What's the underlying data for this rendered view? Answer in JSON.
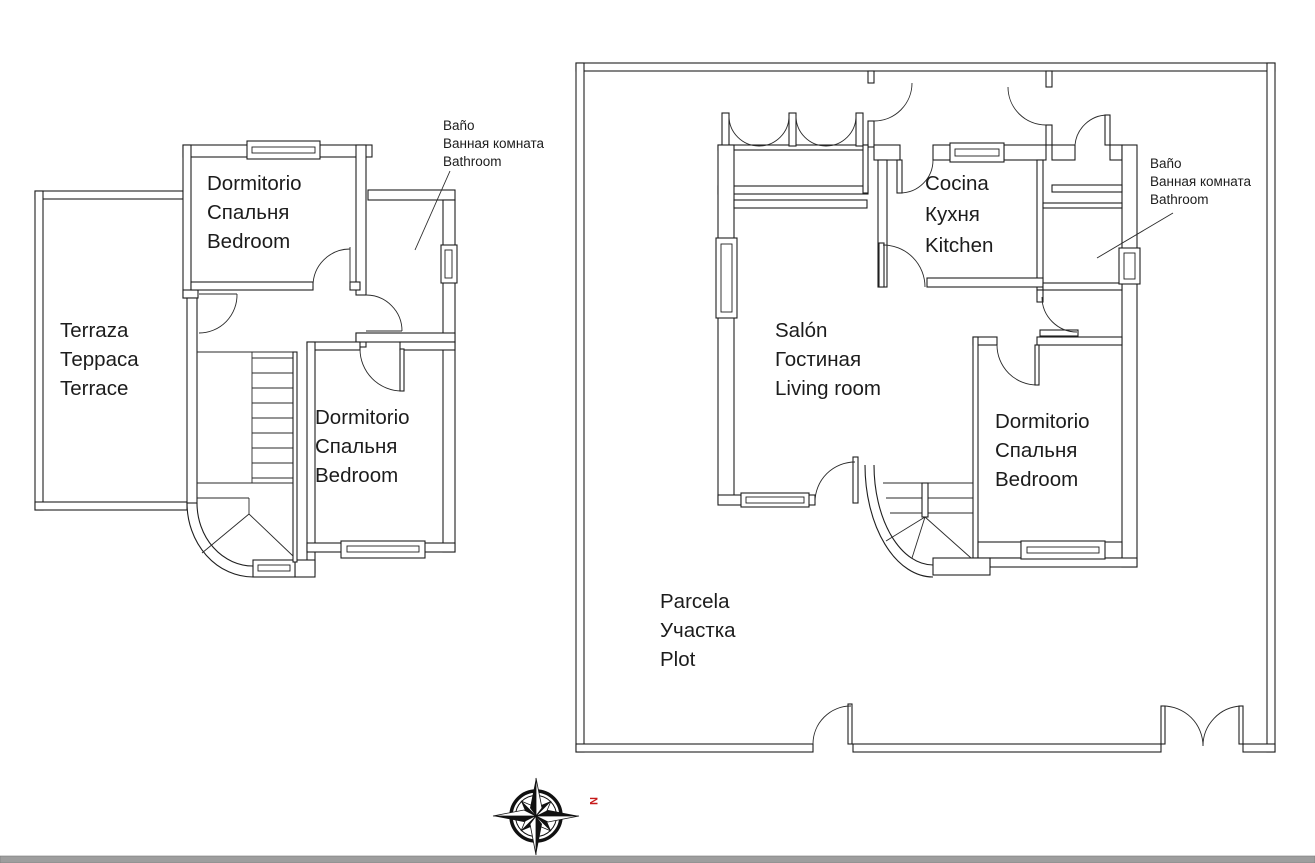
{
  "document": {
    "type": "floor-plan-drawing",
    "languages": [
      "Spanish",
      "Russian",
      "English"
    ]
  },
  "upper_floor_plan": {
    "bedroom_top": {
      "lines": [
        "Dormitorio",
        "Спальня",
        "Bedroom"
      ]
    },
    "terrace": {
      "lines": [
        "Terraza",
        "Терраса",
        "Terrace"
      ]
    },
    "bedroom_bottom": {
      "lines": [
        "Dormitorio",
        "Спальня",
        "Bedroom"
      ]
    },
    "bathroom_callout": {
      "lines": [
        "Baño",
        "Ванная комната",
        "Bathroom"
      ]
    }
  },
  "ground_floor_plan": {
    "kitchen": {
      "lines": [
        "Cocina",
        "Кухня",
        "Kitchen"
      ]
    },
    "living_room": {
      "lines": [
        "Salón",
        "Гостиная",
        "Living room"
      ]
    },
    "bedroom": {
      "lines": [
        "Dormitorio",
        "Спальня",
        "Bedroom"
      ]
    },
    "bathroom_callout": {
      "lines": [
        "Baño",
        "Ванная комната",
        "Bathroom"
      ]
    },
    "plot": {
      "lines": [
        "Parcela",
        "Участка",
        "Plot"
      ]
    }
  },
  "compass": {
    "north_label": "N"
  },
  "colors": {
    "line": "#1f1f1f",
    "text": "#1c1c1c",
    "north_marker": "#c61a1a",
    "footer_bar": "#9e9e9e"
  }
}
